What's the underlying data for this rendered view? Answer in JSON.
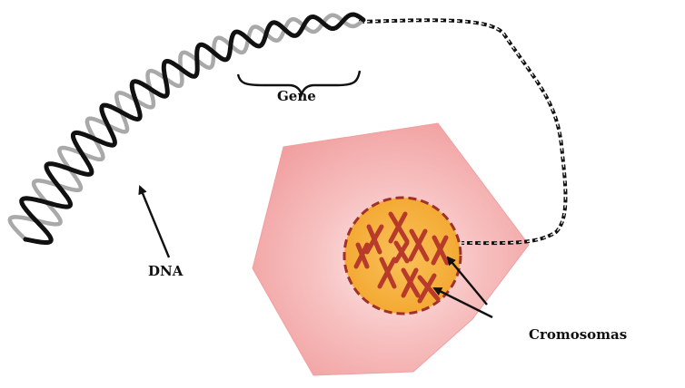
{
  "labels": {
    "gene": "Gene",
    "dna": "DNA",
    "chromosomes": "Cromosomas"
  },
  "colors": {
    "cell_fill": "#f4a8a8",
    "cell_center": "#fde6e6",
    "nucleus_fill": "#f7b23b",
    "nucleus_border": "#a0302c",
    "chromosome": "#b83a2a",
    "dna_dark": "#111111",
    "dna_light": "#a9a9a9"
  }
}
